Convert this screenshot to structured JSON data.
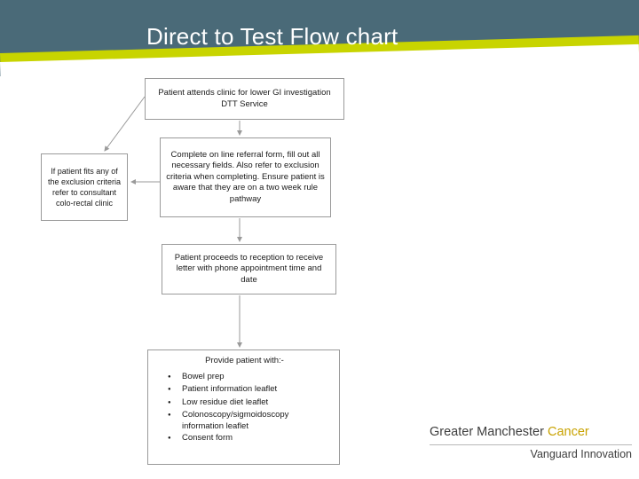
{
  "header": {
    "title": "Direct to Test Flow chart",
    "band_color": "#4a6a78",
    "accent_color": "#c8d400"
  },
  "flow": {
    "nodes": [
      {
        "id": "node-1",
        "line1": "Patient attends clinic for lower GI investigation",
        "line2": "DTT Service"
      },
      {
        "id": "node-2",
        "text": "Complete on line referral form, fill out all necessary fields. Also refer to exclusion criteria when completing. Ensure patient is aware that they are on a two week rule pathway"
      },
      {
        "id": "node-3",
        "text": "Patient proceeds to reception to receive letter with phone appointment time and date"
      },
      {
        "id": "node-4",
        "text": "If patient fits any of the exclusion criteria refer to consultant colo-rectal clinic"
      },
      {
        "id": "node-5",
        "title": "Provide patient with:-",
        "items": [
          "Bowel prep",
          "Patient information leaflet",
          "Low residue diet leaflet",
          "Colonoscopy/sigmoidoscopy",
          "information leaflet",
          "Consent form"
        ]
      }
    ]
  },
  "footer": {
    "brand_primary": "Greater Manchester ",
    "brand_accent": "Cancer",
    "sub": "Vanguard Innovation"
  }
}
